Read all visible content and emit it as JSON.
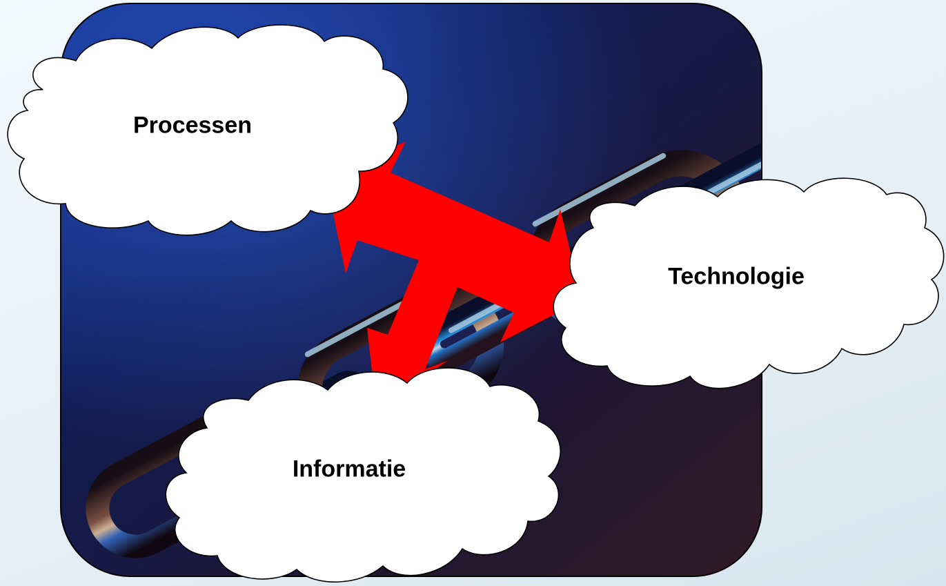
{
  "clouds": {
    "processen": "Processen",
    "technologie": "Technologie",
    "informatie": "Informatie"
  },
  "colors": {
    "arrow": "#ff0000",
    "photo_bg_dark": "#0a0f3a",
    "photo_bg_blue": "#1c3fae",
    "chain_highlight": "#2fa8ff",
    "cloud_fill": "#ffffff",
    "outline": "#000000"
  },
  "photo": {
    "subject": "steel chain links on blue background"
  }
}
